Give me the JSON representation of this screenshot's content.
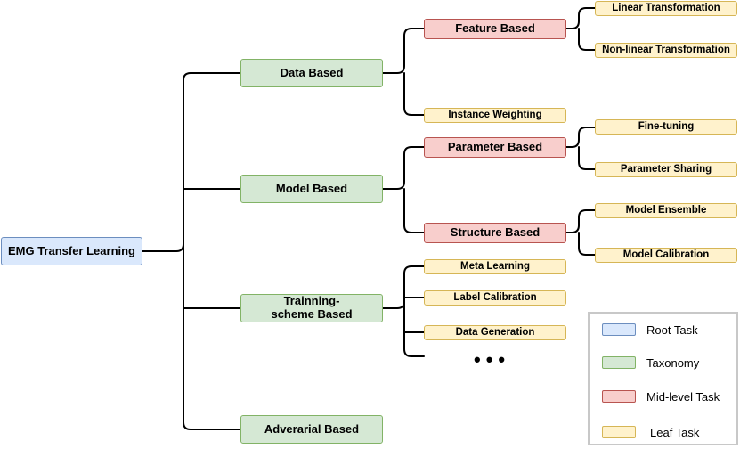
{
  "diagram": {
    "root": "EMG Transfer Learning",
    "taxonomy": {
      "data_based": "Data Based",
      "model_based": "Model Based",
      "training_scheme": "Trainning-scheme Based",
      "adversarial": "Adverarial Based"
    },
    "mid": {
      "feature_based": "Feature Based",
      "parameter_based": "Parameter Based",
      "structure_based": "Structure Based"
    },
    "leaf": {
      "linear": "Linear Transformation",
      "nonlinear": "Non-linear Transformation",
      "instance_weighting": "Instance Weighting",
      "fine_tuning": "Fine-tuning",
      "parameter_sharing": "Parameter Sharing",
      "model_ensemble": "Model Ensemble",
      "model_calibration": "Model Calibration",
      "meta_learning": "Meta Learning",
      "label_calibration": "Label Calibration",
      "data_generation": "Data Generation"
    },
    "ellipsis": "•••"
  },
  "legend": {
    "root": "Root Task",
    "taxonomy": "Taxonomy",
    "mid": "Mid-level Task",
    "leaf": "Leaf Task"
  },
  "colors": {
    "root_fill": "#dae8fc",
    "root_stroke": "#6c8ebf",
    "taxonomy_fill": "#d5e8d4",
    "taxonomy_stroke": "#82b366",
    "mid_fill": "#f8cecc",
    "mid_stroke": "#b85450",
    "leaf_fill": "#fff2cc",
    "leaf_stroke": "#d6b656",
    "line": "#000000"
  }
}
